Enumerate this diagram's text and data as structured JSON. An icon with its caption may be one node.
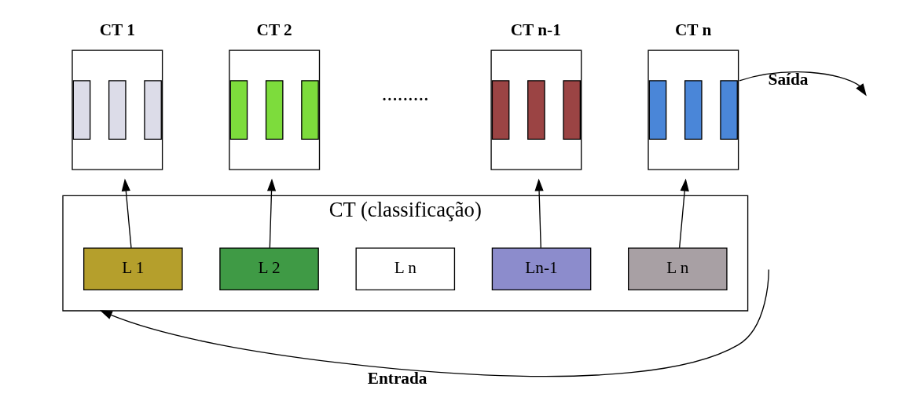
{
  "diagram": {
    "nodes": [
      {
        "text": [
          "CT 1"
        ]
      },
      {
        "text": [
          "CT 2"
        ]
      },
      {
        "text": [
          "CT n-1"
        ]
      },
      {
        "text": [
          "CT n"
        ]
      },
      {
        "text": [
          "CT (classificação)"
        ]
      },
      {
        "text": [
          "L 1"
        ],
        "in": 4
      },
      {
        "text": [
          "L 2"
        ],
        "in": 4
      },
      {
        "text": [
          "L n"
        ],
        "in": 4
      },
      {
        "text": [
          "Ln-1"
        ],
        "in": 4
      },
      {
        "text": [
          "L n"
        ],
        "in": 4
      }
    ],
    "edges": [
      {
        "from": 5,
        "to": 0,
        "arrow": "to"
      },
      {
        "from": 6,
        "to": 1,
        "arrow": "to"
      },
      {
        "from": 8,
        "to": 2,
        "arrow": "to"
      },
      {
        "from": 9,
        "to": 3,
        "arrow": "to"
      },
      {
        "from": 3,
        "to": null,
        "arrow": "to",
        "label": "Saída"
      },
      {
        "from": null,
        "to": 4,
        "arrow": "to",
        "label": "Entrada"
      }
    ],
    "labels": [
      "........."
    ]
  }
}
